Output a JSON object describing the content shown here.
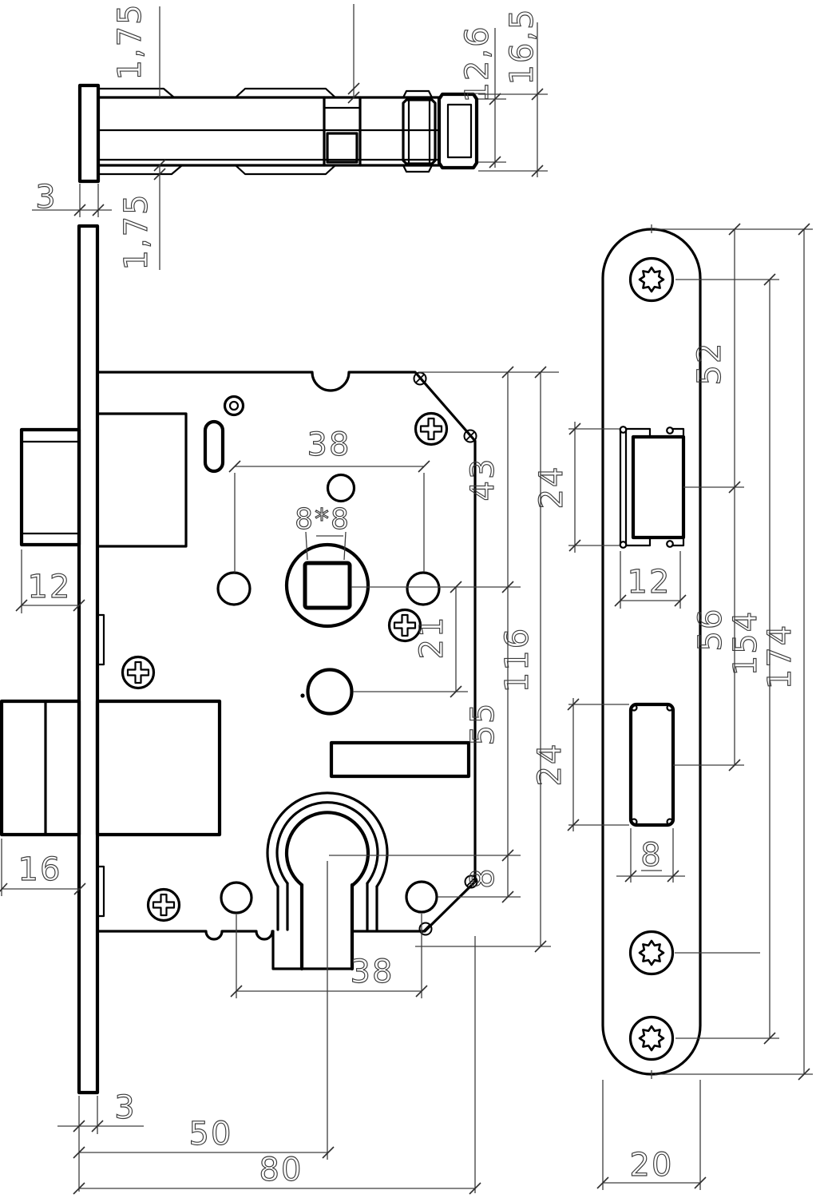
{
  "drawing": {
    "type": "technical-drawing",
    "subject": "mortise-lock",
    "background": "#ffffff",
    "line_color": "#000000",
    "dim_color": "#3a3a3a",
    "dims": {
      "top_view": {
        "flange_top": "1,75",
        "plate_thickness": "3",
        "flange_bottom": "1,75",
        "case_depth": "12,6",
        "overall_depth": "16,5"
      },
      "front_view": {
        "handle_holes_span": "38",
        "spindle_square": "8*8",
        "top_to_spindle": "43",
        "latch_protrusion": "12",
        "spindle_to_stop": "21",
        "case_height": "116",
        "spindle_to_cylinder": "55",
        "bolt_protrusion": "16",
        "cylinder_to_hole": "8",
        "bottom_holes_span": "38",
        "faceplate_thickness": "3",
        "backset": "50",
        "case_width": "80"
      },
      "plate_view": {
        "top_to_latch": "52",
        "latch_opening": "24",
        "latch_width": "12",
        "latch_to_bolt": "56",
        "screw_spacing": "154",
        "plate_length": "174",
        "bolt_opening": "24",
        "bolt_width": "8",
        "plate_width": "20"
      }
    }
  }
}
